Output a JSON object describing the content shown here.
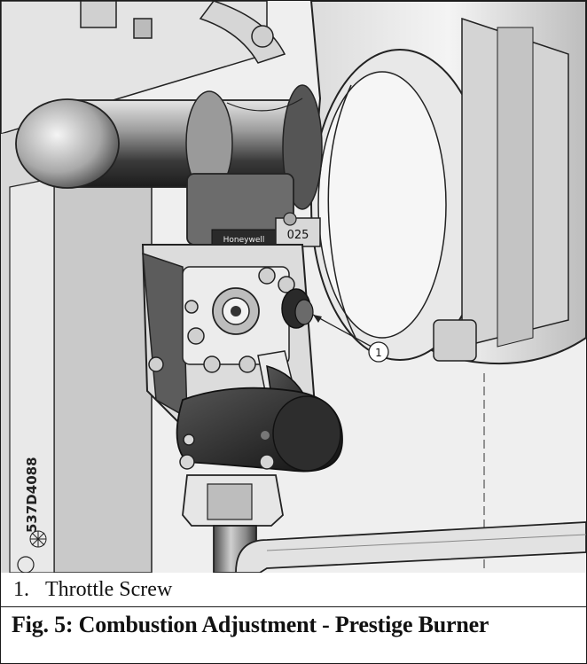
{
  "figure": {
    "callout_number": "1",
    "valve_brand": "Honeywell",
    "valve_marking": "025",
    "part_number": "537D4088"
  },
  "legend": {
    "items": [
      {
        "number": "1.",
        "label": "Throttle Screw"
      }
    ]
  },
  "caption": "Fig. 5: Combustion Adjustment - Prestige Burner"
}
